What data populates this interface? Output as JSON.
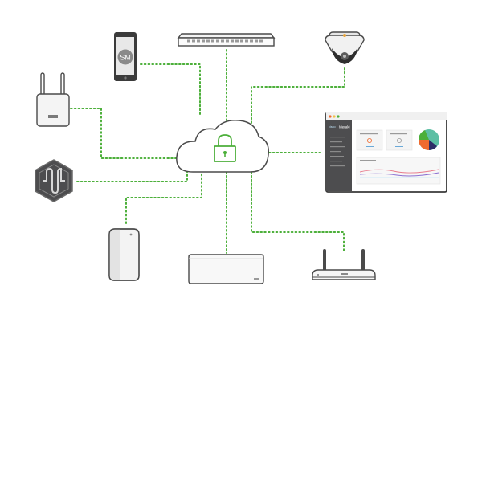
{
  "diagram": {
    "smartphone": {
      "icon": "smartphone-icon",
      "badge_text": "SM"
    },
    "dashboard": {
      "icon": "dashboard-monitor-icon",
      "brand_text": "Meraki",
      "logo_text": "cisco"
    },
    "colors": {
      "link": "#4caf3a",
      "lock": "#4caf3a",
      "device_outline": "#4a4a4a",
      "dashboard_sidebar": "#4d4d4f",
      "pie_teal": "#5cbfa4",
      "pie_orange": "#ef6a2f",
      "pie_navy": "#2f2e67",
      "pie_green": "#4caf3a"
    },
    "devices": [
      {
        "name": "cloud",
        "icon": "cloud-lock-icon"
      },
      {
        "name": "smartphone",
        "icon": "smartphone-icon"
      },
      {
        "name": "switch",
        "icon": "network-switch-icon"
      },
      {
        "name": "camera",
        "icon": "dome-camera-icon"
      },
      {
        "name": "lte-gateway",
        "icon": "cellular-gateway-icon"
      },
      {
        "name": "sensor-hub",
        "icon": "hexagon-sensor-icon"
      },
      {
        "name": "dashboard",
        "icon": "dashboard-monitor-icon"
      },
      {
        "name": "access-point",
        "icon": "access-point-icon"
      },
      {
        "name": "security-appliance",
        "icon": "security-appliance-icon"
      },
      {
        "name": "router",
        "icon": "router-icon"
      }
    ]
  }
}
